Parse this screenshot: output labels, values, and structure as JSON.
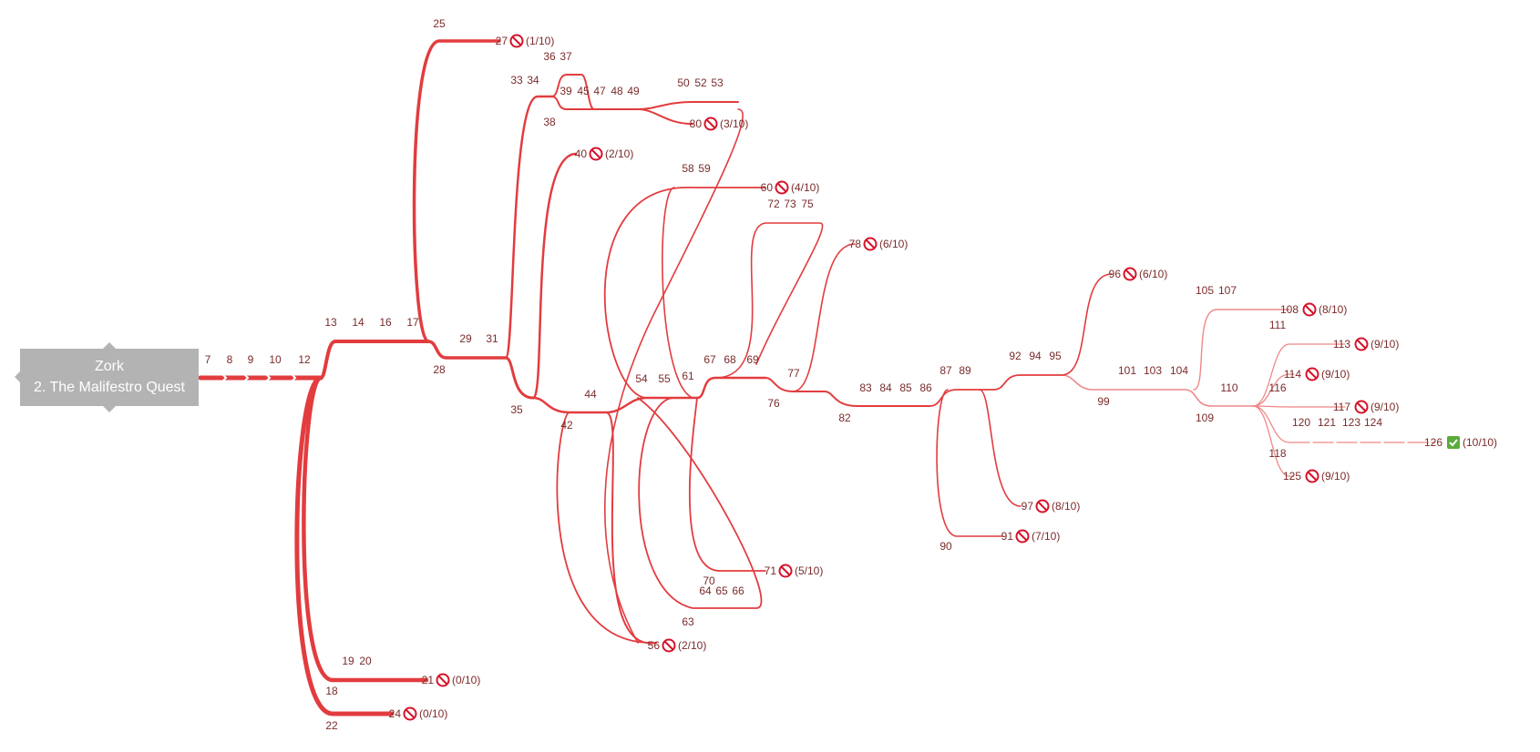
{
  "root": {
    "game": "Zork",
    "chapter": "2.  The Malifestro Quest"
  },
  "colors": {
    "edge": "#e23c3f",
    "edge_light": "#ee8888",
    "label": "#7a2b2b",
    "fail": "#d6132a",
    "success": "#5aab3a"
  },
  "node_labels": [
    "7",
    "8",
    "9",
    "10",
    "12",
    "13",
    "14",
    "16",
    "17",
    "25",
    "28",
    "29",
    "31",
    "33",
    "34",
    "35",
    "36",
    "37",
    "38",
    "39",
    "42",
    "44",
    "45",
    "47",
    "48",
    "49",
    "50",
    "52",
    "53",
    "54",
    "55",
    "58",
    "59",
    "61",
    "63",
    "64",
    "65",
    "66",
    "67",
    "68",
    "69",
    "70",
    "72",
    "73",
    "75",
    "76",
    "77",
    "82",
    "83",
    "84",
    "85",
    "86",
    "87",
    "89",
    "90",
    "92",
    "94",
    "95",
    "99",
    "101",
    "103",
    "104",
    "105",
    "107",
    "109",
    "110",
    "111",
    "116",
    "118",
    "120",
    "121",
    "123",
    "124",
    "18",
    "19",
    "20",
    "22"
  ],
  "endings": [
    {
      "id": "27",
      "score": "(1/10)",
      "result": "fail"
    },
    {
      "id": "40",
      "score": "(2/10)",
      "result": "fail"
    },
    {
      "id": "80",
      "score": "(3/10)",
      "result": "fail"
    },
    {
      "id": "60",
      "score": "(4/10)",
      "result": "fail"
    },
    {
      "id": "78",
      "score": "(6/10)",
      "result": "fail"
    },
    {
      "id": "71",
      "score": "(5/10)",
      "result": "fail"
    },
    {
      "id": "56",
      "score": "(2/10)",
      "result": "fail"
    },
    {
      "id": "21",
      "score": "(0/10)",
      "result": "fail"
    },
    {
      "id": "24",
      "score": "(0/10)",
      "result": "fail"
    },
    {
      "id": "96",
      "score": "(6/10)",
      "result": "fail"
    },
    {
      "id": "97",
      "score": "(8/10)",
      "result": "fail"
    },
    {
      "id": "91",
      "score": "(7/10)",
      "result": "fail"
    },
    {
      "id": "108",
      "score": "(8/10)",
      "result": "fail"
    },
    {
      "id": "113",
      "score": "(9/10)",
      "result": "fail"
    },
    {
      "id": "114",
      "score": "(9/10)",
      "result": "fail"
    },
    {
      "id": "117",
      "score": "(9/10)",
      "result": "fail"
    },
    {
      "id": "126",
      "score": "(10/10)",
      "result": "success"
    },
    {
      "id": "125",
      "score": "(9/10)",
      "result": "fail"
    }
  ]
}
